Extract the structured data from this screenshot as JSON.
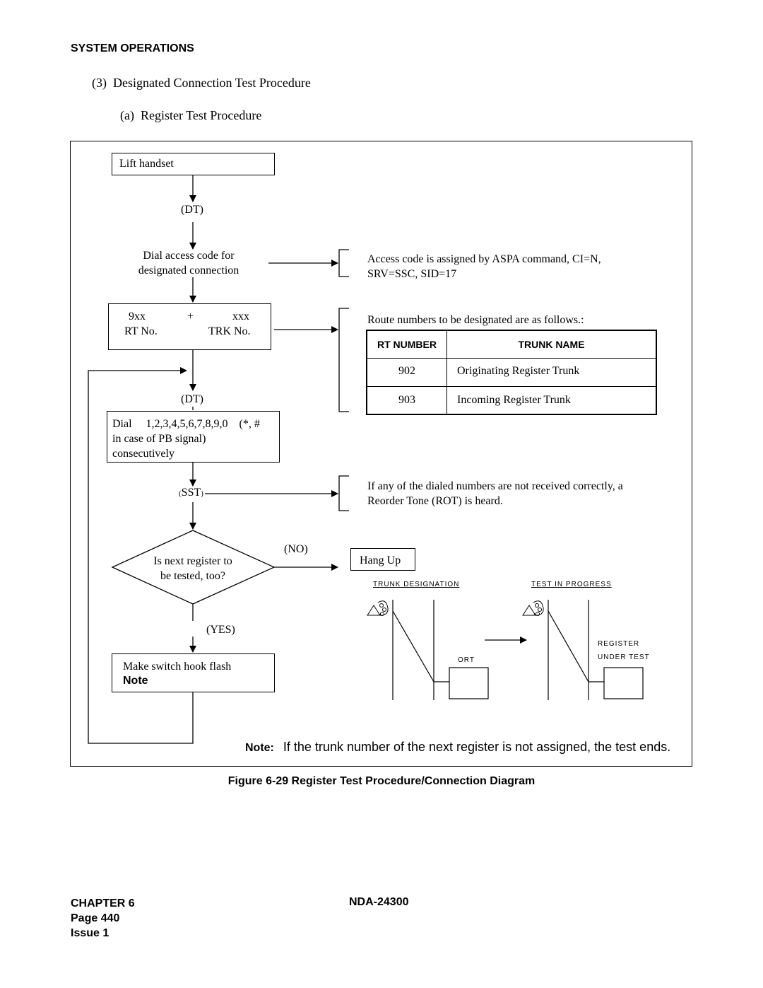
{
  "header": {
    "section": "SYSTEM OPERATIONS"
  },
  "headings": {
    "h3": "(3) Designated Connection Test Procedure",
    "ha": "(a) Register Test Procedure"
  },
  "flow": {
    "lift_handset": "Lift handset",
    "dt1": "(DT)",
    "dial_access_l1": "Dial access code for",
    "dial_access_l2": "designated connection",
    "code_9xx": "9xx",
    "plus": "+",
    "code_xxx": "xxx",
    "rt_no": "RT No.",
    "trk_no": "TRK No.",
    "dt2": "(DT)",
    "dial_digits_l1": "Dial  1,2,3,4,5,6,7,8,9,0 (*, #",
    "dial_digits_l2": "in case of PB signal)",
    "dial_digits_l3": "consecutively",
    "sst": "SST",
    "paren_open": "(",
    "paren_close": ")",
    "decision_l1": "Is next register to",
    "decision_l2": "be tested, too?",
    "no": "(NO)",
    "yes": "(YES)",
    "hang_up": "Hang  Up",
    "switch_hook": "Make switch hook flash",
    "switch_hook_note": "Note"
  },
  "notes_right": {
    "access_l1": "Access  code  is  assigned  by  ASPA  command,  CI=N,",
    "access_l2": "SRV=SSC, SID=17",
    "route_intro": "Route numbers to be designated are as follows.:",
    "reorder_l1": "If any of the dialed numbers are not received correctly, a",
    "reorder_l2": "Reorder Tone (ROT) is heard."
  },
  "route_table": {
    "headers": [
      "RT NUMBER",
      "TRUNK NAME"
    ],
    "rows": [
      [
        "902",
        "Originating Register Trunk"
      ],
      [
        "903",
        "Incoming Register Trunk"
      ]
    ]
  },
  "connection_diagram": {
    "left_title": "TRUNK DESIGNATION",
    "right_title": "TEST IN PROGRESS",
    "ort_label": "ORT",
    "register_l1": "REGISTER",
    "register_l2": "UNDER TEST"
  },
  "figure_note": {
    "label": "Note:",
    "text": "If the trunk number of the next register is not assigned, the test ends."
  },
  "caption": "Figure 6-29   Register Test Procedure/Connection Diagram",
  "footer": {
    "chapter": "CHAPTER 6",
    "page": "Page 440",
    "issue": "Issue 1",
    "doc_id": "NDA-24300"
  }
}
